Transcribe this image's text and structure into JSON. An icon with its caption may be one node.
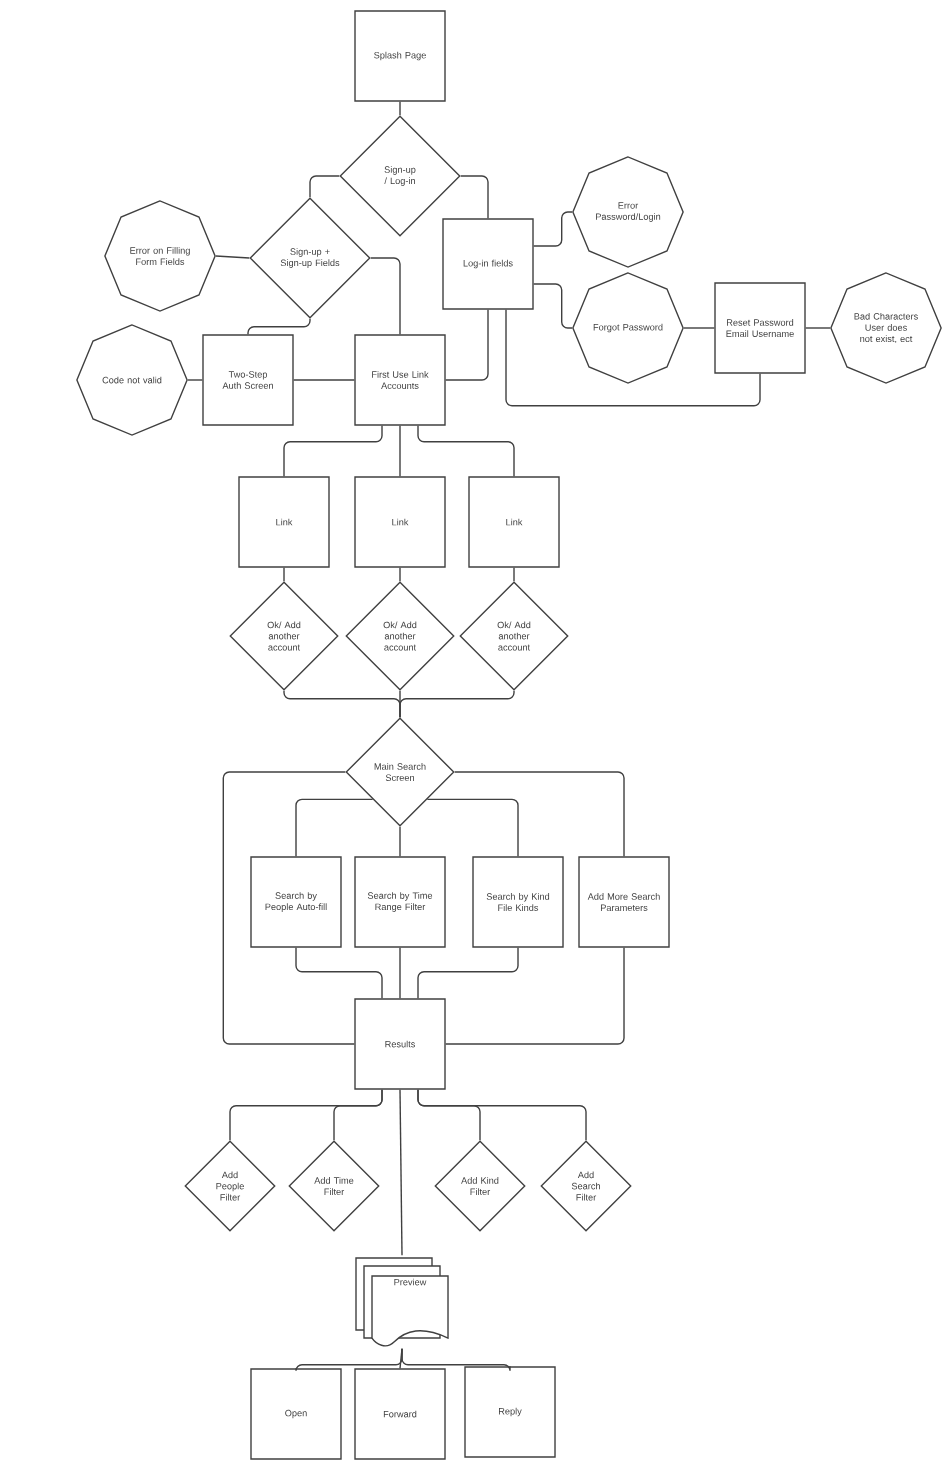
{
  "diagram": {
    "nodes": [
      {
        "text": [
          "Splash Page"
        ]
      },
      {
        "text": [
          "Sign-up / Log-in"
        ]
      },
      {
        "text": [
          "Sign-up + Sign-up Fields"
        ]
      },
      {
        "text": [
          "Log-in fields"
        ]
      },
      {
        "text": [
          "Error Password/Login"
        ]
      },
      {
        "text": [
          "Error on Filling Form Fields"
        ]
      },
      {
        "text": [
          "Forgot Password"
        ]
      },
      {
        "text": [
          "Reset Password Email Username"
        ]
      },
      {
        "text": [
          "Bad Characters User does not exist, ect"
        ]
      },
      {
        "text": [
          "Code not valid"
        ]
      },
      {
        "text": [
          "Two-Step Auth Screen"
        ]
      },
      {
        "text": [
          "First Use Link Accounts"
        ]
      },
      {
        "text": [
          "Link"
        ]
      },
      {
        "text": [
          "Link"
        ]
      },
      {
        "text": [
          "Link"
        ]
      },
      {
        "text": [
          "Ok/ Add another account"
        ]
      },
      {
        "text": [
          "Ok/ Add another account"
        ]
      },
      {
        "text": [
          "Ok/ Add another account"
        ]
      },
      {
        "text": [
          "Main Search Screen"
        ]
      },
      {
        "text": [
          "Search by People Auto-fill"
        ]
      },
      {
        "text": [
          "Search by Time Range Filter"
        ]
      },
      {
        "text": [
          "Search by Kind File Kinds"
        ]
      },
      {
        "text": [
          "Add More Search Parameters"
        ]
      },
      {
        "text": [
          "Results"
        ]
      },
      {
        "text": [
          "Add People Filter"
        ]
      },
      {
        "text": [
          "Add Time Filter"
        ]
      },
      {
        "text": [
          "Add Kind Filter"
        ]
      },
      {
        "text": [
          "Add Search Filter"
        ]
      },
      {
        "text": [
          "Preview"
        ]
      },
      {
        "text": [
          "Open"
        ]
      },
      {
        "text": [
          "Forward"
        ]
      },
      {
        "text": [
          "Reply"
        ]
      }
    ],
    "edges": [
      {
        "from": 0,
        "to": 1,
        "arrow": "none"
      },
      {
        "from": 1,
        "to": 2,
        "arrow": "none"
      },
      {
        "from": 1,
        "to": 3,
        "arrow": "none"
      },
      {
        "from": 2,
        "to": 5,
        "arrow": "none"
      },
      {
        "from": 2,
        "to": 10,
        "arrow": "none"
      },
      {
        "from": 2,
        "to": 11,
        "arrow": "none"
      },
      {
        "from": 3,
        "to": 4,
        "arrow": "none"
      },
      {
        "from": 3,
        "to": 6,
        "arrow": "none"
      },
      {
        "from": 3,
        "to": 11,
        "arrow": "none"
      },
      {
        "from": 3,
        "to": 7,
        "arrow": "none"
      },
      {
        "from": 6,
        "to": 7,
        "arrow": "none"
      },
      {
        "from": 7,
        "to": 8,
        "arrow": "none"
      },
      {
        "from": 9,
        "to": 10,
        "arrow": "none"
      },
      {
        "from": 10,
        "to": 11,
        "arrow": "none"
      },
      {
        "from": 11,
        "to": 12,
        "arrow": "none"
      },
      {
        "from": 11,
        "to": 13,
        "arrow": "none"
      },
      {
        "from": 11,
        "to": 14,
        "arrow": "none"
      },
      {
        "from": 12,
        "to": 15,
        "arrow": "none"
      },
      {
        "from": 13,
        "to": 16,
        "arrow": "none"
      },
      {
        "from": 14,
        "to": 17,
        "arrow": "none"
      },
      {
        "from": 15,
        "to": 18,
        "arrow": "none"
      },
      {
        "from": 16,
        "to": 18,
        "arrow": "none"
      },
      {
        "from": 17,
        "to": 18,
        "arrow": "none"
      },
      {
        "from": 18,
        "to": 19,
        "arrow": "none"
      },
      {
        "from": 18,
        "to": 20,
        "arrow": "none"
      },
      {
        "from": 18,
        "to": 21,
        "arrow": "none"
      },
      {
        "from": 18,
        "to": 22,
        "arrow": "none"
      },
      {
        "from": 18,
        "to": 23,
        "arrow": "none"
      },
      {
        "from": 19,
        "to": 23,
        "arrow": "none"
      },
      {
        "from": 20,
        "to": 23,
        "arrow": "none"
      },
      {
        "from": 21,
        "to": 23,
        "arrow": "none"
      },
      {
        "from": 22,
        "to": 23,
        "arrow": "none"
      },
      {
        "from": 23,
        "to": 24,
        "arrow": "none"
      },
      {
        "from": 23,
        "to": 25,
        "arrow": "none"
      },
      {
        "from": 23,
        "to": 26,
        "arrow": "none"
      },
      {
        "from": 23,
        "to": 27,
        "arrow": "none"
      },
      {
        "from": 23,
        "to": 28,
        "arrow": "none"
      },
      {
        "from": 28,
        "to": 29,
        "arrow": "none"
      },
      {
        "from": 28,
        "to": 30,
        "arrow": "none"
      },
      {
        "from": 28,
        "to": 31,
        "arrow": "none"
      }
    ]
  }
}
